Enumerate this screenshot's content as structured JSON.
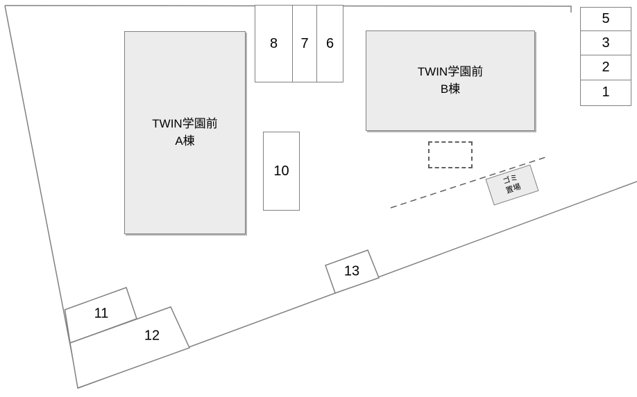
{
  "plan": {
    "buildings": {
      "a": {
        "name": "TWIN学園前",
        "unit": "A棟"
      },
      "b": {
        "name": "TWIN学園前",
        "unit": "B棟"
      }
    },
    "spots": {
      "top": [
        "8",
        "7",
        "6"
      ],
      "right": [
        "5",
        "3",
        "2",
        "1"
      ],
      "middle": [
        "10"
      ],
      "bottom": [
        "11",
        "12",
        "13"
      ]
    },
    "garbage": {
      "line1": "ゴミ",
      "line2": "置場"
    },
    "colors": {
      "building_fill": "#ececec",
      "outline": "#808080",
      "dashed_line": "#5f5f5f",
      "text": "#000000",
      "background": "#ffffff"
    }
  }
}
